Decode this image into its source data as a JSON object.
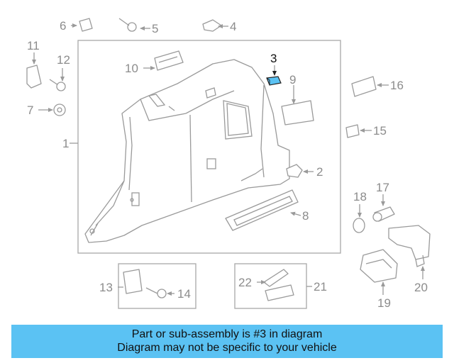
{
  "diagram": {
    "callouts": [
      {
        "id": "c1",
        "number": "1"
      },
      {
        "id": "c2",
        "number": "2"
      },
      {
        "id": "c3",
        "number": "3"
      },
      {
        "id": "c4",
        "number": "4"
      },
      {
        "id": "c5",
        "number": "5"
      },
      {
        "id": "c6",
        "number": "6"
      },
      {
        "id": "c7",
        "number": "7"
      },
      {
        "id": "c8",
        "number": "8"
      },
      {
        "id": "c9",
        "number": "9"
      },
      {
        "id": "c10",
        "number": "10"
      },
      {
        "id": "c11",
        "number": "11"
      },
      {
        "id": "c12",
        "number": "12"
      },
      {
        "id": "c13",
        "number": "13"
      },
      {
        "id": "c14",
        "number": "14"
      },
      {
        "id": "c15",
        "number": "15"
      },
      {
        "id": "c16",
        "number": "16"
      },
      {
        "id": "c17",
        "number": "17"
      },
      {
        "id": "c18",
        "number": "18"
      },
      {
        "id": "c19",
        "number": "19"
      },
      {
        "id": "c20",
        "number": "20"
      },
      {
        "id": "c21",
        "number": "21"
      },
      {
        "id": "c22",
        "number": "22"
      }
    ],
    "highlighted_part": "3",
    "highlight_color": "#5bc2f3"
  },
  "banner": {
    "line1": "Part or sub-assembly is #3 in diagram",
    "line2": "Diagram may not be specific to your vehicle",
    "background": "#5bc2f3"
  }
}
